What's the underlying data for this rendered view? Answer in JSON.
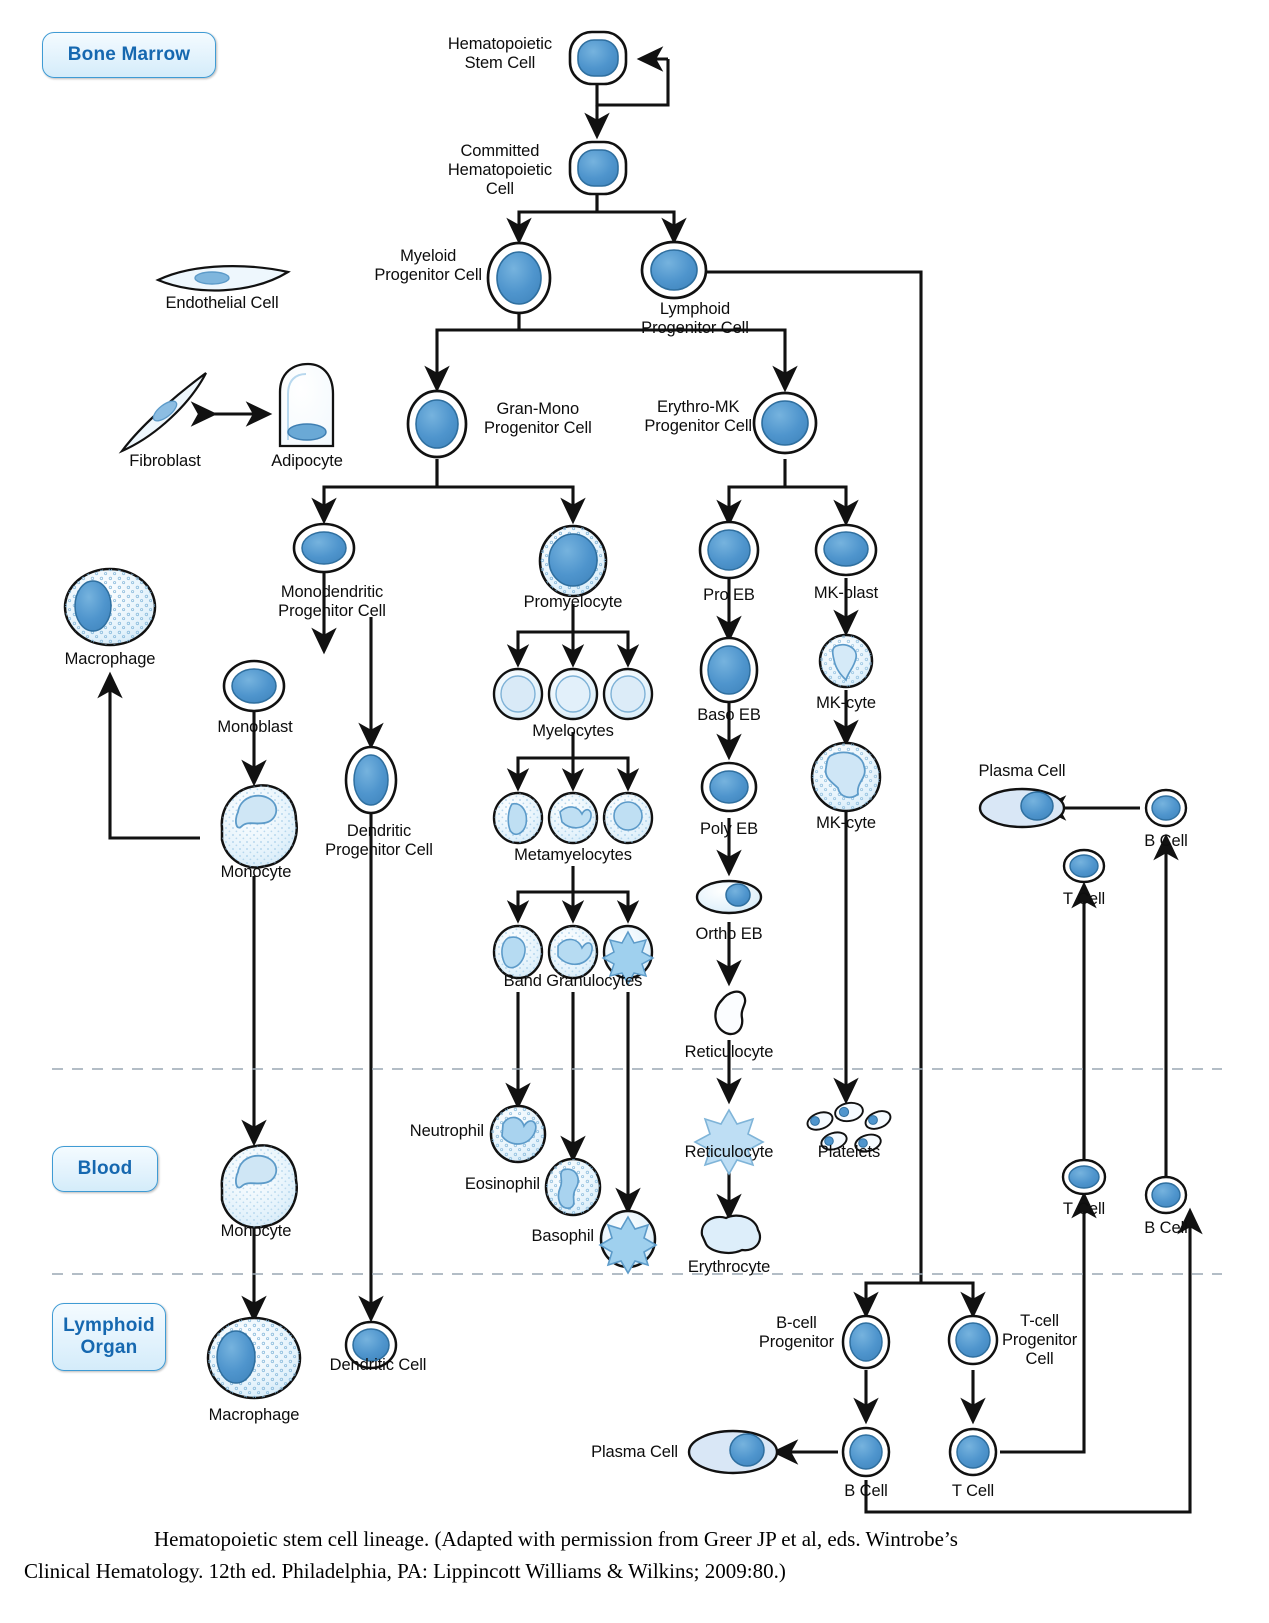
{
  "figure": {
    "caption_line1": "Hematopoietic stem cell lineage. (Adapted with permission from Greer JP et al, eds. Wintrobe’s",
    "caption_line2": "Clinical Hematology. 12th ed. Philadelphia, PA: Lippincott Williams & Wilkins; 2009:80.)"
  },
  "colors": {
    "nucleus_blue": "#4a90cb",
    "nucleus_blue_light": "#7fb8e0",
    "cytoplasm_pale": "#e8f4fb",
    "cytoplasm_white": "#ffffff",
    "outline": "#111111",
    "badge_border": "#3f9bd4",
    "badge_text": "#1668b0",
    "divider": "#9aa7b3"
  },
  "compartments": [
    {
      "id": "bone-marrow",
      "label": "Bone Marrow"
    },
    {
      "id": "blood",
      "label": "Blood"
    },
    {
      "id": "lymphoid-organ",
      "label": "Lymphoid\nOrgan"
    }
  ],
  "stroma": [
    {
      "id": "endothelial-cell",
      "label": "Endothelial Cell"
    },
    {
      "id": "fibroblast",
      "label": "Fibroblast"
    },
    {
      "id": "adipocyte",
      "label": "Adipocyte"
    }
  ],
  "lineage": {
    "stem": [
      {
        "id": "hematopoietic-stem-cell",
        "label": "Hematopoietic\nStem Cell"
      },
      {
        "id": "committed-hematopoietic-cell",
        "label": "Committed\nHematopoietic\nCell"
      }
    ],
    "progenitors": [
      {
        "id": "myeloid-progenitor-cell",
        "label": "Myeloid\nProgenitor Cell"
      },
      {
        "id": "lymphoid-progenitor-cell",
        "label": "Lymphoid\nProgenitor Cell"
      },
      {
        "id": "gran-mono-progenitor-cell",
        "label": "Gran-Mono\nProgenitor Cell"
      },
      {
        "id": "erythro-mk-progenitor-cell",
        "label": "Erythro-MK\nProgenitor Cell"
      }
    ],
    "monocyte_branch": [
      {
        "id": "monodendritic-progenitor-cell",
        "label": "Monodendritic\nProgenitor Cell"
      },
      {
        "id": "monoblast",
        "label": "Monoblast"
      },
      {
        "id": "monocyte-marrow",
        "label": "Monocyte"
      },
      {
        "id": "dendritic-progenitor-cell",
        "label": "Dendritic\nProgenitor Cell"
      },
      {
        "id": "macrophage-marrow",
        "label": "Macrophage"
      }
    ],
    "granulocyte_branch": [
      {
        "id": "promyelocyte",
        "label": "Promyelocyte"
      },
      {
        "id": "myelocytes",
        "label": "Myelocytes"
      },
      {
        "id": "metamyelocytes",
        "label": "Metamyelocytes"
      },
      {
        "id": "band-granulocytes",
        "label": "Band Granulocytes"
      }
    ],
    "erythroid_branch": [
      {
        "id": "pro-eb",
        "label": "Pro EB"
      },
      {
        "id": "baso-eb",
        "label": "Baso EB"
      },
      {
        "id": "poly-eb",
        "label": "Poly EB"
      },
      {
        "id": "ortho-eb",
        "label": "Ortho EB"
      },
      {
        "id": "reticulocyte-marrow",
        "label": "Reticulocyte"
      }
    ],
    "megakaryocyte_branch": [
      {
        "id": "mk-blast",
        "label": "MK-blast"
      },
      {
        "id": "mk-cyte-1",
        "label": "MK-cyte"
      },
      {
        "id": "mk-cyte-2",
        "label": "MK-cyte"
      }
    ],
    "lymphoid_marrow": [
      {
        "id": "plasma-cell-marrow",
        "label": "Plasma Cell"
      },
      {
        "id": "b-cell-marrow",
        "label": "B Cell"
      },
      {
        "id": "t-cell-marrow",
        "label": "T Cell"
      }
    ]
  },
  "blood_cells": [
    {
      "id": "monocyte-blood",
      "label": "Monocyte"
    },
    {
      "id": "neutrophil",
      "label": "Neutrophil"
    },
    {
      "id": "eosinophil",
      "label": "Eosinophil"
    },
    {
      "id": "basophil",
      "label": "Basophil"
    },
    {
      "id": "reticulocyte-blood",
      "label": "Reticulocyte"
    },
    {
      "id": "erythrocyte",
      "label": "Erythrocyte"
    },
    {
      "id": "platelets",
      "label": "Platelets"
    },
    {
      "id": "t-cell-blood",
      "label": "T Cell"
    },
    {
      "id": "b-cell-blood",
      "label": "B Cell"
    }
  ],
  "lymphoid_organ_cells": [
    {
      "id": "macrophage-lymphoid",
      "label": "Macrophage"
    },
    {
      "id": "dendritic-cell",
      "label": "Dendritic Cell"
    },
    {
      "id": "b-cell-progenitor",
      "label": "B-cell\nProgenitor"
    },
    {
      "id": "t-cell-progenitor-cell",
      "label": "T-cell\nProgenitor\nCell"
    },
    {
      "id": "plasma-cell-lymphoid",
      "label": "Plasma Cell"
    },
    {
      "id": "b-cell-lymphoid",
      "label": "B Cell"
    },
    {
      "id": "t-cell-lymphoid",
      "label": "T Cell"
    }
  ]
}
